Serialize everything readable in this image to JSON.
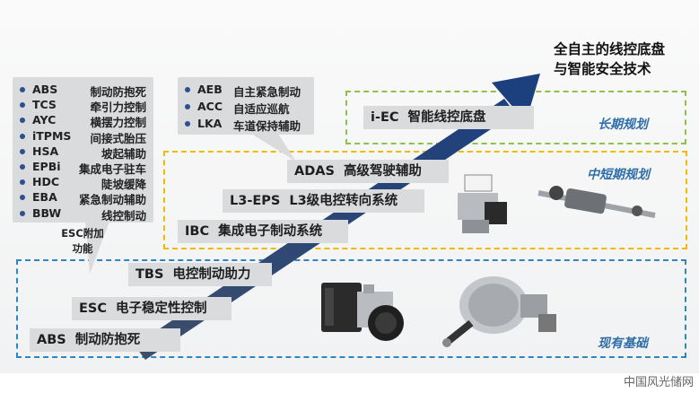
{
  "goal": {
    "line1": "全自主的线控底盘",
    "line2": "与智能安全技术"
  },
  "zones": {
    "long_term": "长期规划",
    "mid_short_term": "中短期规划",
    "existing_base": "现有基础"
  },
  "esc_features": [
    {
      "abbr": "ABS",
      "name": "制动防抱死"
    },
    {
      "abbr": "TCS",
      "name": "牵引力控制"
    },
    {
      "abbr": "AYC",
      "name": "横摆力控制"
    },
    {
      "abbr": "iTPMS",
      "name": "间接式胎压"
    },
    {
      "abbr": "HSA",
      "name": "坡起辅助"
    },
    {
      "abbr": "EPBi",
      "name": "集成电子驻车"
    },
    {
      "abbr": "HDC",
      "name": "陡坡缓降"
    },
    {
      "abbr": "EBA",
      "name": "紧急制动辅助"
    },
    {
      "abbr": "BBW",
      "name": "线控制动"
    }
  ],
  "esc_addon_label_line1": "ESC附加",
  "esc_addon_label_line2": "功能",
  "adas_features": [
    {
      "abbr": "AEB",
      "name": "自主紧急制动"
    },
    {
      "abbr": "ACC",
      "name": "自适应巡航"
    },
    {
      "abbr": "LKA",
      "name": "车道保持辅助"
    }
  ],
  "steps": {
    "abs": {
      "code": "ABS",
      "name": "制动防抱死"
    },
    "esc": {
      "code": "ESC",
      "name": "电子稳定性控制"
    },
    "tbs": {
      "code": "TBS",
      "name": "电控制动助力"
    },
    "ibc": {
      "code": "IBC",
      "name": "集成电子制动系统"
    },
    "l3": {
      "code": "L3-EPS",
      "name": "L3级电控转向系统"
    },
    "adas": {
      "code": "ADAS",
      "name": "高级驾驶辅助"
    },
    "iec": {
      "code": "i-EC",
      "name": "智能线控底盘"
    }
  },
  "watermark": "中国风光储网",
  "colors": {
    "arrow": "#1f3f7a",
    "zone_long": "#8fc14a",
    "zone_mid": "#f3b800",
    "zone_base": "#2e86c1",
    "zone_label": "#2f6ea8",
    "callout_bg": "#d9dbdd",
    "bullet": "#2e4f8f"
  }
}
